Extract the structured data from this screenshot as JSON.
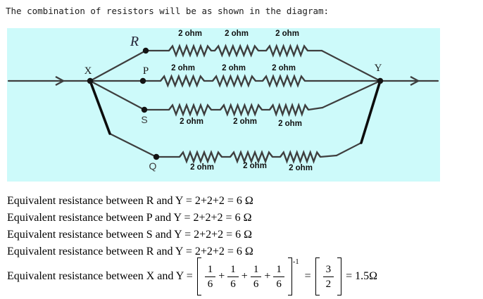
{
  "title": "The combination of resistors will be as shown in the diagram:",
  "diagram": {
    "terminal_in": "X",
    "terminal_out": "Y",
    "branches": [
      {
        "node": "R",
        "resistors": [
          "2 ohm",
          "2 ohm",
          "2 ohm"
        ]
      },
      {
        "node": "P",
        "resistors": [
          "2 ohm",
          "2 ohm",
          "2 ohm"
        ]
      },
      {
        "node": "S",
        "resistors": [
          "2 ohm",
          "2 ohm",
          "2 ohm"
        ]
      },
      {
        "node": "Q",
        "resistors": [
          "2 ohm",
          "2 ohm",
          "2 ohm"
        ]
      }
    ],
    "colors": {
      "background": "#cdfafa",
      "wire": "#3e3e3e",
      "thick_wire": "#0d0d0d",
      "node": "#141414"
    }
  },
  "solution": {
    "lines": [
      "Equivalent resistance between R and Y = 2+2+2 = 6 Ω",
      "Equivalent resistance between P and Y = 2+2+2 = 6 Ω",
      "Equivalent resistance between S and Y = 2+2+2 = 6 Ω",
      "Equivalent resistance between R and Y = 2+2+2 = 6 Ω"
    ],
    "equation": {
      "prefix": "Equivalent resistance between X and Y =",
      "terms": [
        {
          "num": "1",
          "den": "6"
        },
        {
          "num": "1",
          "den": "6"
        },
        {
          "num": "1",
          "den": "6"
        },
        {
          "num": "1",
          "den": "6"
        }
      ],
      "operator": "+",
      "exponent": "-1",
      "equals": "=",
      "result_term": {
        "num": "3",
        "den": "2"
      },
      "result": "= 1.5Ω"
    }
  }
}
